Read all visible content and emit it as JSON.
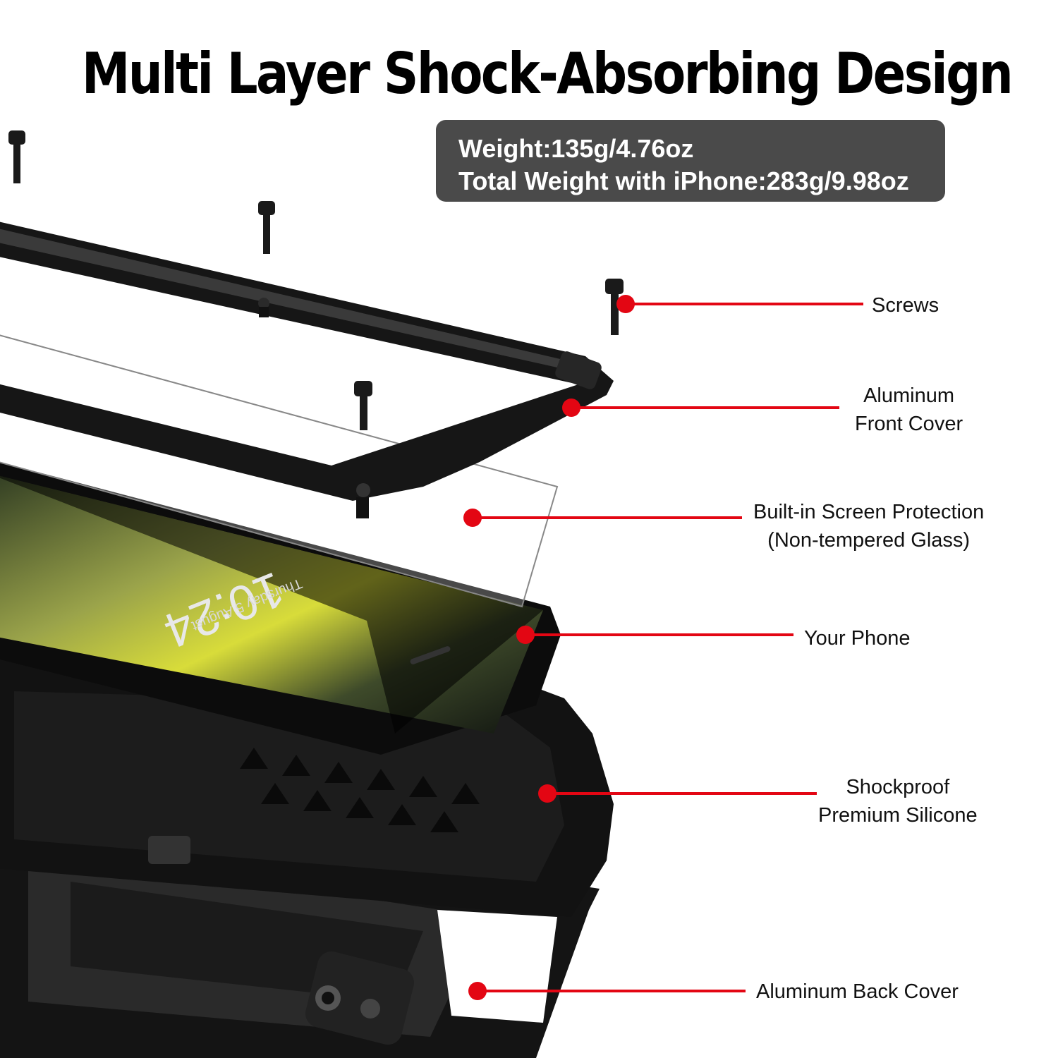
{
  "title": "Multi Layer Shock-Absorbing Design",
  "weight_info": {
    "weight": "Weight:135g/4.76oz",
    "total_weight": "Total Weight with iPhone:283g/9.98oz"
  },
  "phone_screen": {
    "time": "10:24",
    "date": "Thursday 5 August"
  },
  "callouts": [
    {
      "line1": "Screws",
      "line2": ""
    },
    {
      "line1": "Aluminum",
      "line2": "Front Cover"
    },
    {
      "line1": "Built-in Screen Protection",
      "line2": "(Non-tempered Glass)"
    },
    {
      "line1": "Your Phone",
      "line2": ""
    },
    {
      "line1": "Shockproof",
      "line2": "Premium Silicone"
    },
    {
      "line1": "Aluminum Back Cover",
      "line2": ""
    }
  ],
  "colors": {
    "callout_red": "#e30613",
    "box_gray": "#4a4a4a",
    "case_black": "#111111"
  }
}
